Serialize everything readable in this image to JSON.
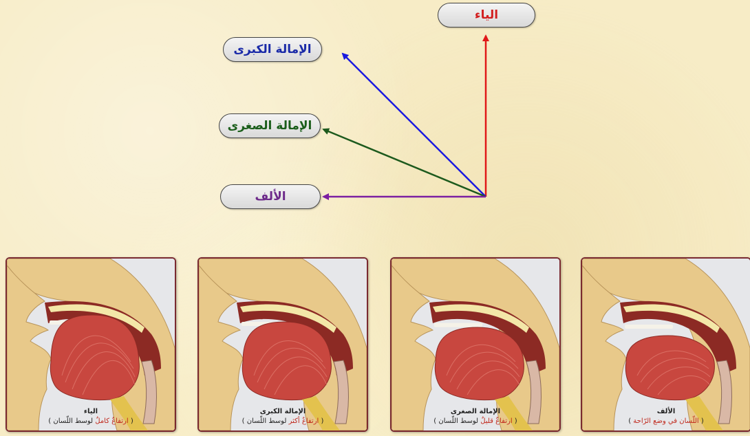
{
  "labels": {
    "ya": "الياء",
    "imala_kubra": "الإمالة الكبرى",
    "imala_sughra": "الإمالة الصغرى",
    "alif": "الألف"
  },
  "arrow_colors": {
    "ya": "#e01818",
    "imala_kubra": "#1a1ae0",
    "imala_sughra": "#1d5a1d",
    "alif": "#7b1fa2"
  },
  "panels": [
    {
      "title": "الياء",
      "open": "(",
      "highlight": "ارتفاعٌ كاملٌ",
      "rest": "لوسط اللّسان",
      "close": ")"
    },
    {
      "title": "الإمالة الكبرى",
      "open": "(",
      "highlight": "ارتفاعٌ أكثر",
      "rest": "لوسط اللّسان",
      "close": ")"
    },
    {
      "title": "الإمالة الصغرى",
      "open": "(",
      "highlight": "ارتفاعٌ قليلٌ",
      "rest": "لوسط اللّسان",
      "close": ")"
    },
    {
      "title": "الألف",
      "open": "(",
      "highlight": "اللّسان في وضع الرّاحة",
      "rest": "",
      "close": ")"
    }
  ]
}
